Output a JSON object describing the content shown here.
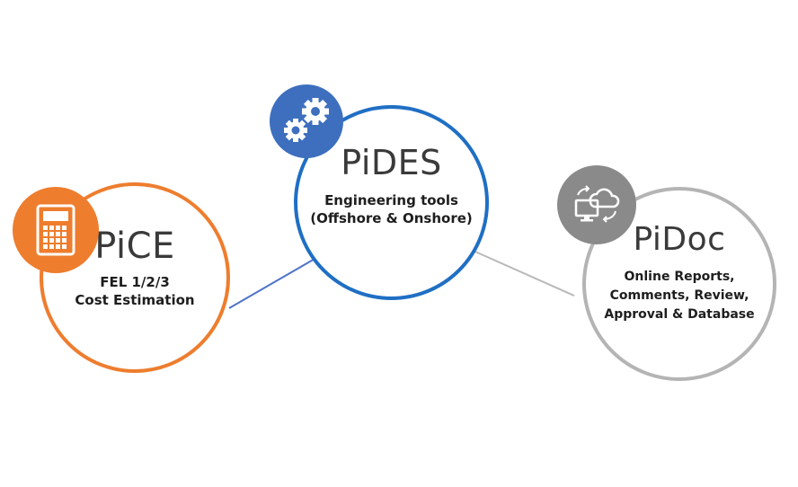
{
  "colors": {
    "pice": "#ee7d2e",
    "pides": "#1f6fc4",
    "pides_badge": "#3d6fbe",
    "pidoc": "#b4b4b4",
    "pidoc_badge": "#8a8a8a",
    "connector_left": "#4f73c8",
    "connector_right": "#b9b9b9"
  },
  "nodes": {
    "pice": {
      "title": "PiCE",
      "line1": "FEL 1/2/3",
      "line2": "Cost Estimation",
      "icon": "calculator-icon"
    },
    "pides": {
      "title": "PiDES",
      "line1": "Engineering tools",
      "line2": "(Offshore & Onshore)",
      "icon": "gears-icon"
    },
    "pidoc": {
      "title": "PiDoc",
      "line1": "Online Reports,",
      "line2": "Comments, Review,",
      "line3": "Approval & Database",
      "icon": "cloud-sync-icon"
    }
  }
}
